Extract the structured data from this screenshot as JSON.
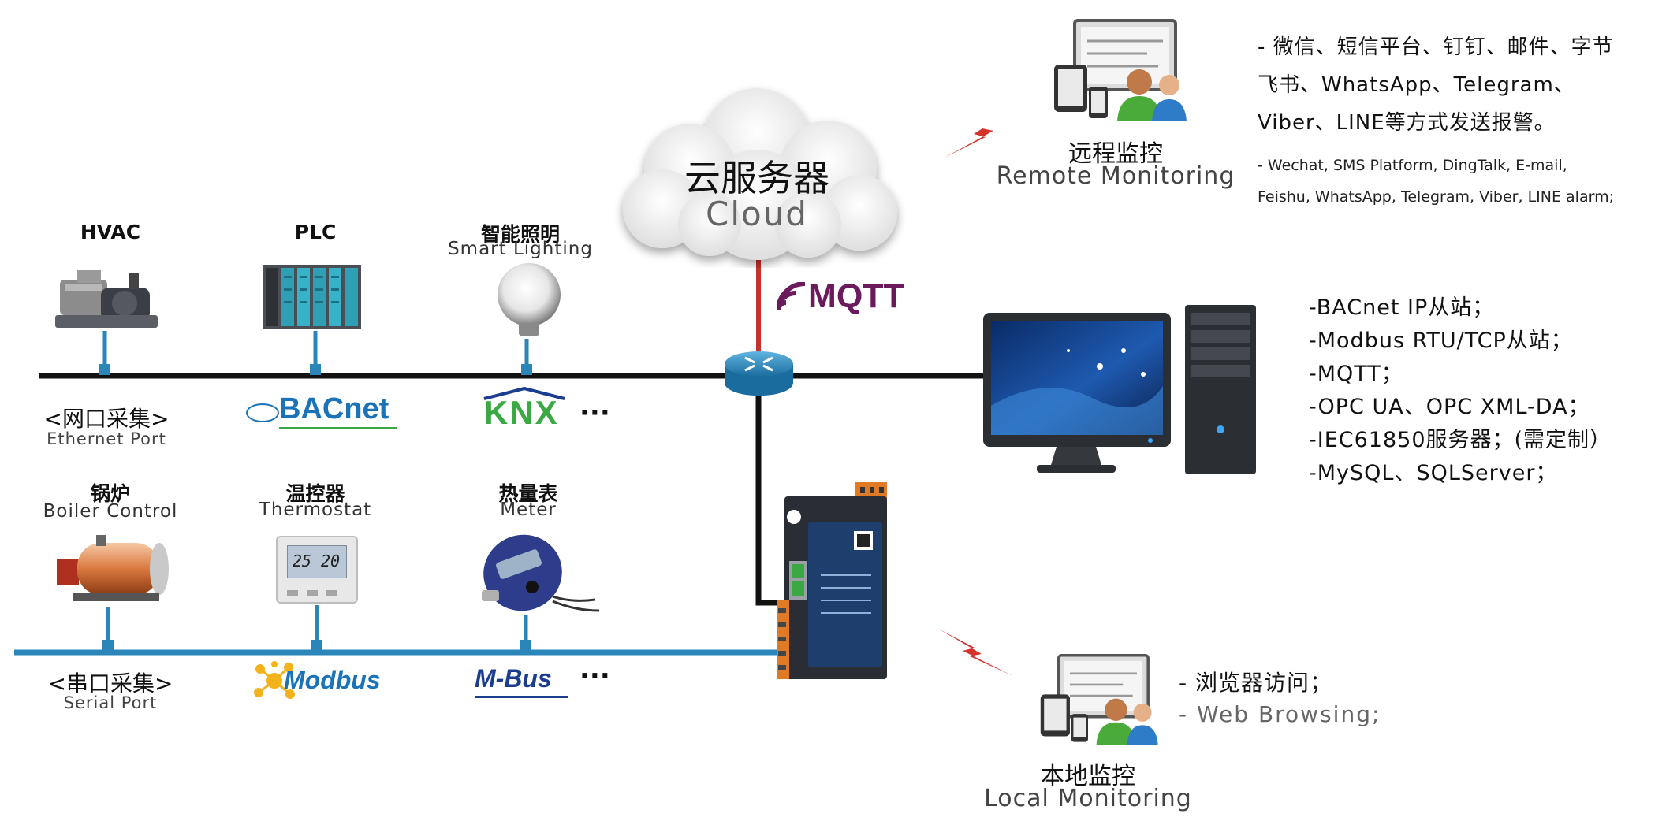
{
  "cloud": {
    "cn": "云服务器",
    "en": "Cloud"
  },
  "mqtt_logo": "MQTT",
  "ethernet_devices": [
    {
      "cn": "HVAC",
      "en": ""
    },
    {
      "cn": "PLC",
      "en": ""
    },
    {
      "cn": "智能照明",
      "en": "Smart Lighting"
    }
  ],
  "serial_devices": [
    {
      "cn": "锅炉",
      "en": "Boiler Control"
    },
    {
      "cn": "温控器",
      "en": "Thermostat"
    },
    {
      "cn": "热量表",
      "en": "Meter"
    }
  ],
  "ethernet_port": {
    "cn": "<网口采集>",
    "en": "Ethernet Port"
  },
  "serial_port": {
    "cn": "<串口采集>",
    "en": "Serial Port"
  },
  "ethernet_protocols": {
    "bacnet": "BACnet",
    "knx": "KNX",
    "more": "···"
  },
  "serial_protocols": {
    "modbus": "Modbus",
    "mbus": "M-Bus",
    "more": "···"
  },
  "thermostat_display": "25 20",
  "remote": {
    "cn": "远程监控",
    "en": "Remote Monitoring",
    "alarm_cn": "- 微信、短信平台、钉钉、邮件、字节飞书、WhatsApp、Telegram、Viber、LINE等方式发送报警。",
    "alarm_en": "- Wechat, SMS Platform, DingTalk, E-mail, Feishu, WhatsApp, Telegram, Viber,  LINE alarm;"
  },
  "server_protocols": [
    "-BACnet IP从站；",
    "-Modbus RTU/TCP从站；",
    "-MQTT；",
    "-OPC UA、OPC XML-DA；",
    "-IEC61850服务器；(需定制）",
    "-MySQL、SQLServer；"
  ],
  "local": {
    "cn": "本地监控",
    "en": "Local Monitoring",
    "web_cn": "- 浏览器访问；",
    "web_en": "- Web Browsing;"
  },
  "colors": {
    "ethernet_line": "#111111",
    "serial_line": "#2a86b8",
    "mqtt_line": "#c8302c",
    "mqtt_brand": "#6b1a5c",
    "lightning": "#d6322c",
    "bacnet": "#1a73b8",
    "knx_green": "#3aa843",
    "modbus": "#1a73b8",
    "mbus": "#1b3d8f"
  }
}
